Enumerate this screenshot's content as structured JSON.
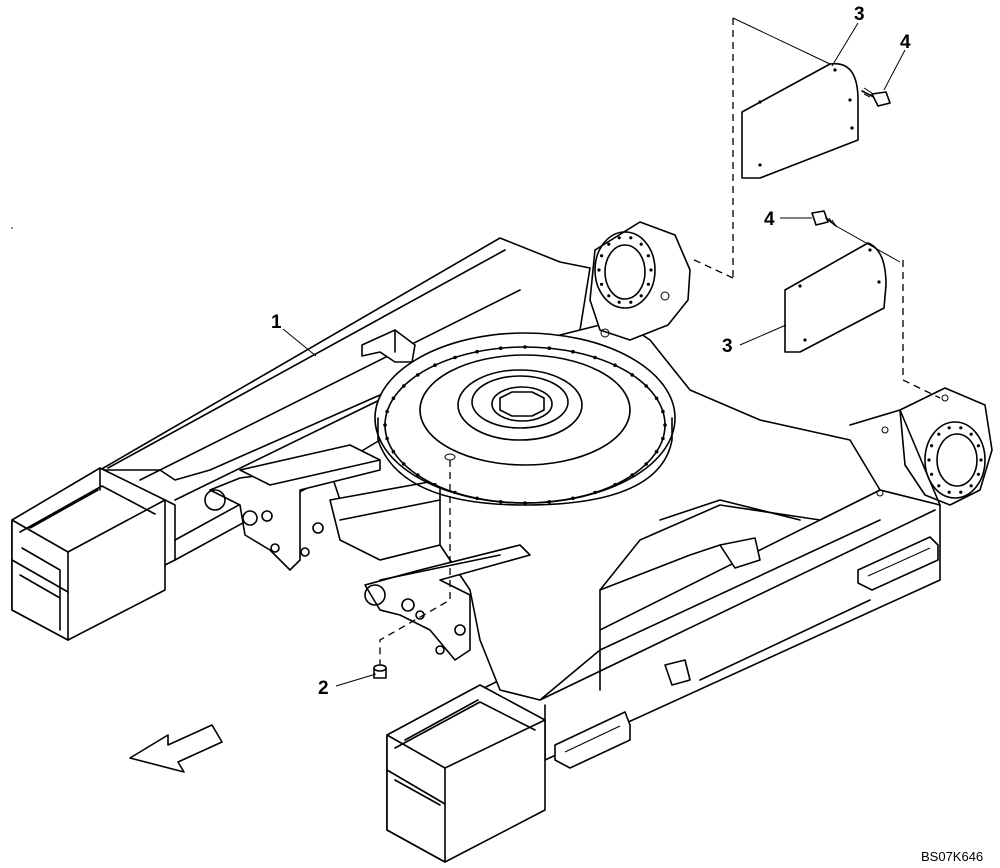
{
  "figure": {
    "code": "BS07K646"
  },
  "callouts": [
    {
      "id": "c1",
      "number": "1",
      "part": "lower frame"
    },
    {
      "id": "c2",
      "number": "2",
      "part": "plug"
    },
    {
      "id": "c3a",
      "number": "3",
      "part": "cover (upper)"
    },
    {
      "id": "c4a",
      "number": "4",
      "part": "bolt (upper)"
    },
    {
      "id": "c4b",
      "number": "4",
      "part": "bolt (lower)"
    },
    {
      "id": "c3b",
      "number": "3",
      "part": "cover (lower)"
    }
  ],
  "icons": {
    "direction": "front-direction-arrow-icon"
  }
}
